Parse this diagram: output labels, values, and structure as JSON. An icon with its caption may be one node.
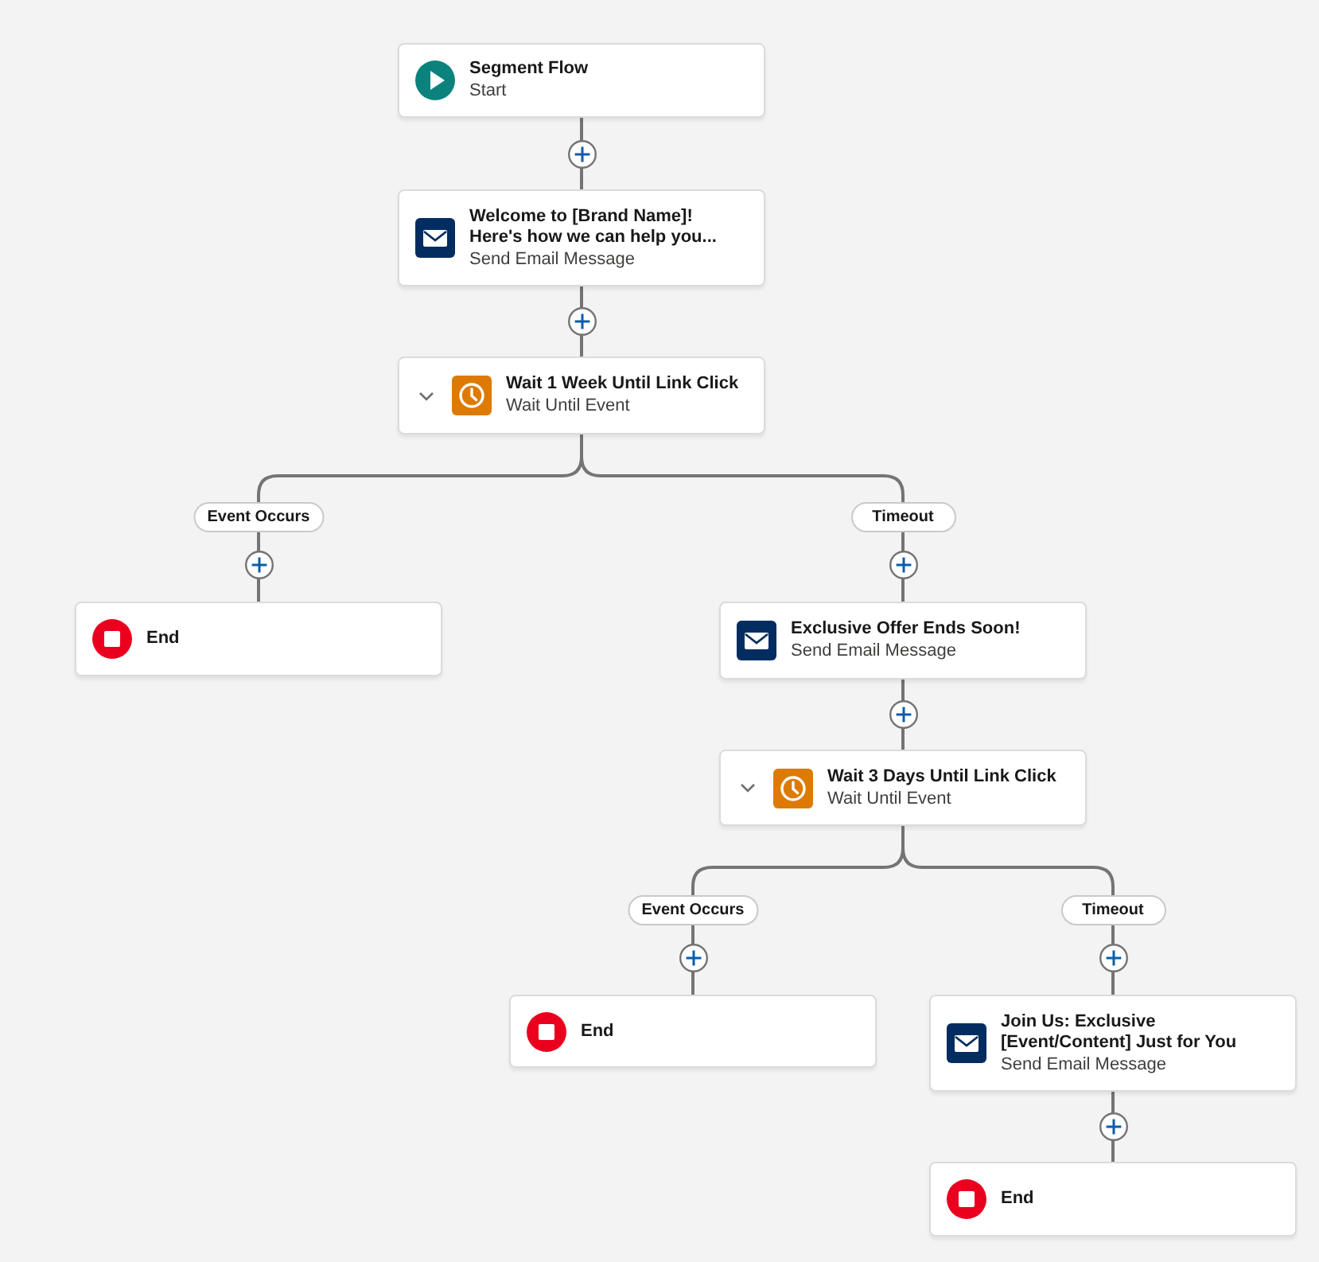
{
  "diagram": {
    "nodes": [
      {
        "text": [
          "Segment Flow",
          "Start"
        ]
      },
      {
        "text": [
          "Welcome to [Brand Name]! Here's how we can help you...",
          "Send Email Message"
        ]
      },
      {
        "text": [
          "Wait 1 Week Until Link Click",
          "Wait Until Event"
        ]
      },
      {
        "text": [
          "End"
        ]
      },
      {
        "text": [
          "Exclusive Offer Ends Soon!",
          "Send Email Message"
        ]
      },
      {
        "text": [
          "Wait 3 Days Until Link Click",
          "Wait Until Event"
        ]
      },
      {
        "text": [
          "End"
        ]
      },
      {
        "text": [
          "Join Us: Exclusive [Event/Content] Just for You",
          "Send Email Message"
        ]
      },
      {
        "text": [
          "End"
        ]
      }
    ],
    "edges": [
      {
        "from": 0,
        "to": 1,
        "arrow": "none"
      },
      {
        "from": 1,
        "to": 2,
        "arrow": "none"
      },
      {
        "from": 2,
        "to": 3,
        "arrow": "none",
        "label": "Event Occurs"
      },
      {
        "from": 2,
        "to": 4,
        "arrow": "none",
        "label": "Timeout"
      },
      {
        "from": 4,
        "to": 5,
        "arrow": "none"
      },
      {
        "from": 5,
        "to": 6,
        "arrow": "none",
        "label": "Event Occurs"
      },
      {
        "from": 5,
        "to": 7,
        "arrow": "none",
        "label": "Timeout"
      },
      {
        "from": 7,
        "to": 8,
        "arrow": "none"
      }
    ]
  }
}
